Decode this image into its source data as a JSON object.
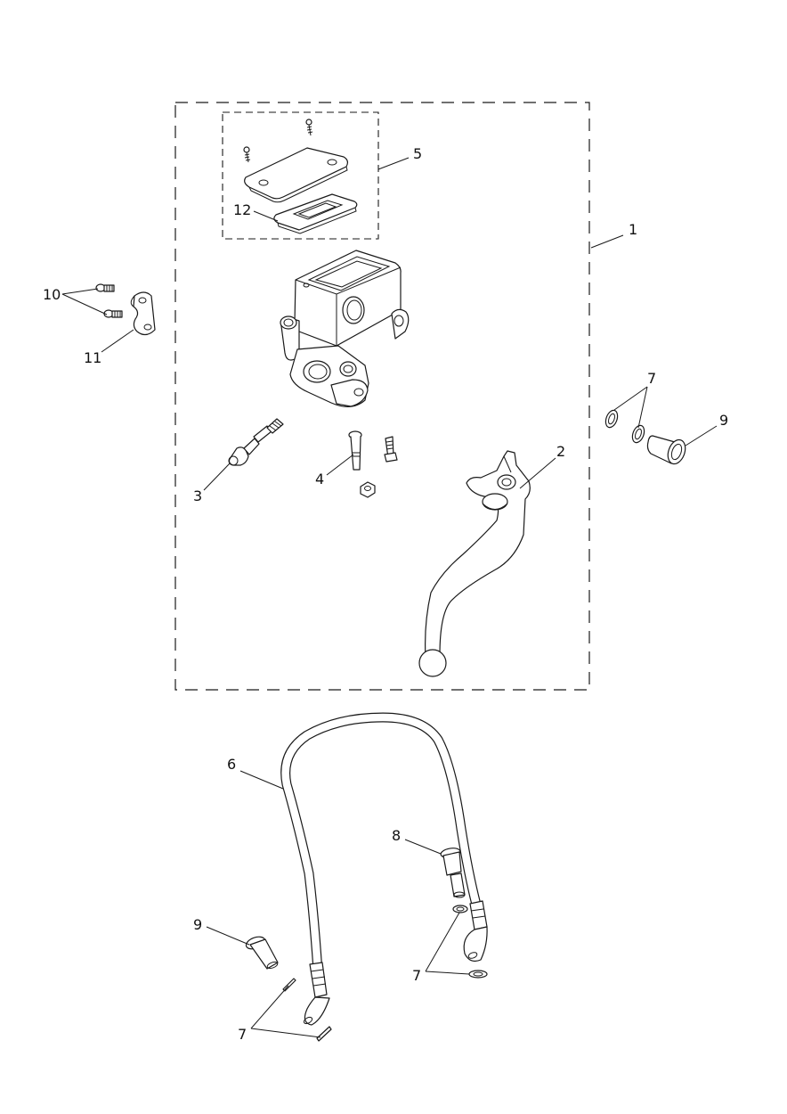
{
  "callouts": {
    "c1": "1",
    "c2": "2",
    "c3": "3",
    "c4": "4",
    "c5": "5",
    "c6": "6",
    "c7a": "7",
    "c7b": "7",
    "c7c": "7",
    "c8": "8",
    "c9a": "9",
    "c9b": "9",
    "c10": "10",
    "c11": "11",
    "c12": "12"
  }
}
